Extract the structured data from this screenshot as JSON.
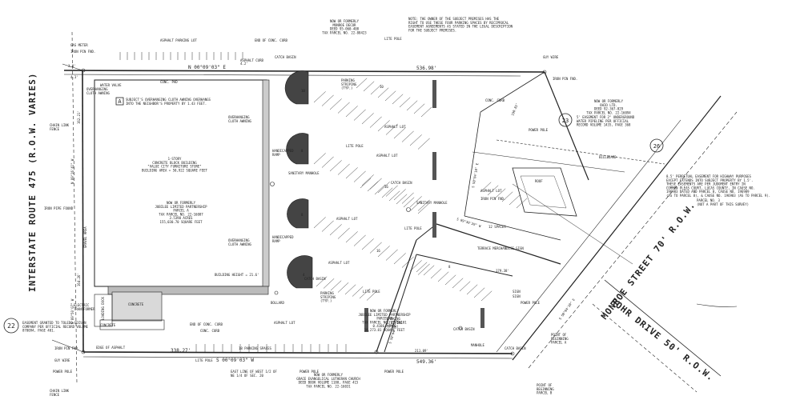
{
  "labels": {
    "interstate": "INTERSTATE ROUTE 475 (R.O.W. VARIES)",
    "monroe_street": "MONROE STREET 70' R.O.W.",
    "rohr_drive": "ROHR DRIVE 50' R.O.W.",
    "north_bearing": "N 00°09'03\" E",
    "south_bearing": "S 00°09'03\" W",
    "west_bearing_upper": "N 89°16'41\" W",
    "west_bearing_lower": "N 89°50'07\" W",
    "dist_top": "536.98'",
    "dist_bottom": "549.36'",
    "dist_bottom_left": "338.27'",
    "dist_211": "211.09'",
    "dist_162": "162.21'",
    "dist_164": "164.26'",
    "dist_38": "3.8'",
    "dist_42": "4.2'",
    "dist_43": "4.3'",
    "dist_190": "190.82'",
    "dist_179": "179.38'",
    "bearing_s89": "S 89°30'20\" W",
    "bearing_s58_a": "S 58°04'10\" E",
    "bearing_s58_b": "S 58°04'10\" E",
    "bearing_s58_c": "S 58°04'10\" E",
    "iron_pipe": "IRON PIPE FOUND",
    "iron_pin": "IRON PIN FND.",
    "monroe_decor": "NOW OR FORMERLY\nMONROE DECOR\nDEED 95-060-408\nTAX PARCEL NO. 22-88423",
    "ohio_ltd": "NOW OR FORMERLY\nOHIO LTD.\nDEED 92-367-029\nTAX PARCEL NO. 22-16094",
    "jubilee_a": "NOW OR FORMERLY\nJUBILEE LIMITED PARTNERSHIP\nPARCEL A\nTAX PARCEL NO. 22-16087\n3.5390 ACRES\n155,030.70 SQUARE FEET",
    "jubilee_b": "NOW OR FORMERLY\nJUBILEE LIMITED PARTNERSHIP\nPARCEL B\nTAX PARCEL NO. 22-16101\n0.4186 ACRES\n18,273.81 SQUARE FEET",
    "grace_church": "NOW OR FORMERLY\nGRACE EVANGELICAL LUTHERAN CHURCH\nDEED BOOK VOLUME 1180, PAGE 415\nTAX PARCEL NO. 22-16031",
    "building": "1-STORY\nCONCRETE BLOCK BUILDING\n\"VALUE CITY FURNITURE STORE\"\nBUILDING AREA = 50,922 SQUARE FEET",
    "building_height": "BUILDING HEIGHT = 21.6'",
    "overhang_note": "SUBJECT'S OVERHANGING CLOTH AWNING OVERHANGS\nINTO THE NEIGHBOR'S PROPERTY BY 1.43 FEET.",
    "parking_note": "NOTE: THE OWNER OF THE SUBJECT PREMISES HAS THE\nRIGHT TO USE THESE FOUR PARKING SPACES BY RECIPROCAL\nEASEMENT AGREEMENTS AS STATED IN THE LEGAL DESCRIPTION\nFOR THE SUBJECT PREMISES.",
    "easement_22": "EASEMENT GRANTED TO TOLEDO EDISON\nCOMPANY PER OFFICIAL RECORD VOLUME\n870094, PAGE 401.",
    "easement_23": "5' EASEMENT FOR 2\" UNDERGROUND\nWATER PIPELINE PER OFFICIAL\nRECORD VOLUME 1435, PAGE 368",
    "easement_26": "8.5' PERPETUAL EASEMENT FOR HIGHWAY PURPOSES\nEXCEPT EXTENDS INTO SUBJECT PROPERTY BY 1.5'.\nTHESE EASEMENTS ARE PER JUDGMENT ENTRY IN\nCOMMON PLEAS COURT, LUCAS COUNTY, IN CAUSE NO.\n196983 DATED AND PARCEL 8, CAUSE NO. 196989\n(AS TO PARCEL 8), & CAUSE NO. 196983 (AS TO PARCEL 9).",
    "parcel_3": "PARCEL NO. 3\n(NOT A PART OF THIS SURVEY)",
    "pob_a": "POINT OF\nBEGINNING\nPARCEL A",
    "pob_b": "POINT OF\nBEGINNING\nPARCEL B",
    "east_line": "EAST LINE OF WEST 1/2 OF\nNE 1/4 OF SEC. 20",
    "callout_a": "A",
    "callout_22": "22",
    "callout_23": "23",
    "callout_26": "26",
    "asphalt_parking_lot": "ASPHALT PARKING LOT",
    "asphalt_lot": "ASPHALT LOT",
    "asphalt_curb": "ASPHALT CURB",
    "end_of_curb": "END OF CONC. CURB",
    "catch_basin": "CATCH BASIN",
    "lite_pole": "LITE POLE",
    "power_pole": "POWER POLE",
    "guy_wire": "GUY WIRE",
    "water_valve": "WATER VALVE",
    "conc_pad": "CONC. PAD",
    "conc_curb": "CONC. CURB",
    "concrete": "CONCRETE",
    "overhanging_awning": "OVERHANGING\nCLOTH AWNING",
    "handicapped_ramp": "HANDICAPPED\nRAMP",
    "sanitary_manhole": "SANITARY MANHOLE",
    "manhole": "MANHOLE",
    "bollard": "BOLLARD",
    "gravel_area": "GRAVEL AREA",
    "chain_link": "CHAIN LINK\nFENCE",
    "edge_asphalt": "EDGE OF ASPHALT",
    "parking_striping": "PARKING\nSTRIPING\n(TYP.)",
    "parking_spaces": "18 PARKING SPACES",
    "gas_meter": "GAS METER",
    "electric_transformer": "ELECTRIC\nTRANSFORMER",
    "loading_dock": "LOADING DOCK",
    "terrace_sign": "TERRACE MERCHANDISE\nSIGN",
    "billboard": "BILLBOARD",
    "roof_label": "ROOF",
    "spaces_12": "12 SPACES",
    "sign_labels": [
      "SIGN",
      "SIGN"
    ],
    "stall_counts": [
      "10",
      "8",
      "8",
      "4",
      "10",
      "16",
      "16",
      "8"
    ]
  }
}
